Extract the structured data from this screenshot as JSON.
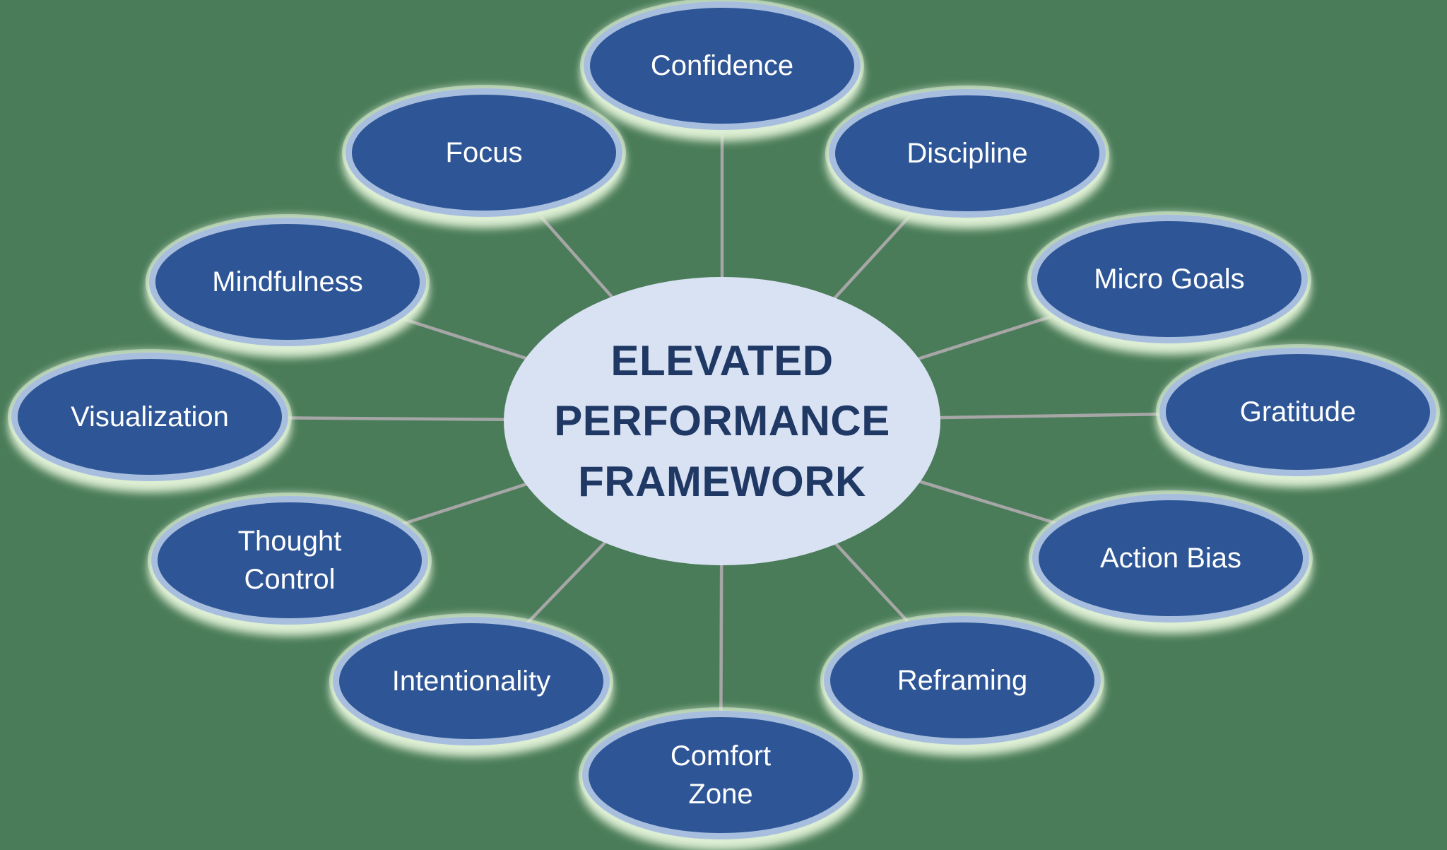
{
  "diagram_title": "ELEVATED PERFORMANCE FRAMEWORK",
  "colors": {
    "background": "#4a7c59",
    "node-fill": "#2e5696",
    "node-ring": "#a8bedf",
    "node-glow": "#ddeed3",
    "node-glow-soft": "rgba(221,238,211,0.55)",
    "node-text": "#ffffff",
    "center-fill": "#d9e2f3",
    "center-text": "#1f3864",
    "connector": "#a6a6a6"
  },
  "center": {
    "label": "ELEVATED\nPERFORMANCE\nFRAMEWORK"
  },
  "nodes": [
    {
      "id": "confidence",
      "label": "Confidence"
    },
    {
      "id": "discipline",
      "label": "Discipline"
    },
    {
      "id": "micro-goals",
      "label": "Micro Goals"
    },
    {
      "id": "gratitude",
      "label": "Gratitude"
    },
    {
      "id": "action-bias",
      "label": "Action Bias"
    },
    {
      "id": "reframing",
      "label": "Reframing"
    },
    {
      "id": "comfort-zone",
      "label": "Comfort\nZone"
    },
    {
      "id": "intentionality",
      "label": "Intentionality"
    },
    {
      "id": "thought-control",
      "label": "Thought\nControl"
    },
    {
      "id": "visualization",
      "label": "Visualization"
    },
    {
      "id": "mindfulness",
      "label": "Mindfulness"
    },
    {
      "id": "focus",
      "label": "Focus"
    }
  ]
}
